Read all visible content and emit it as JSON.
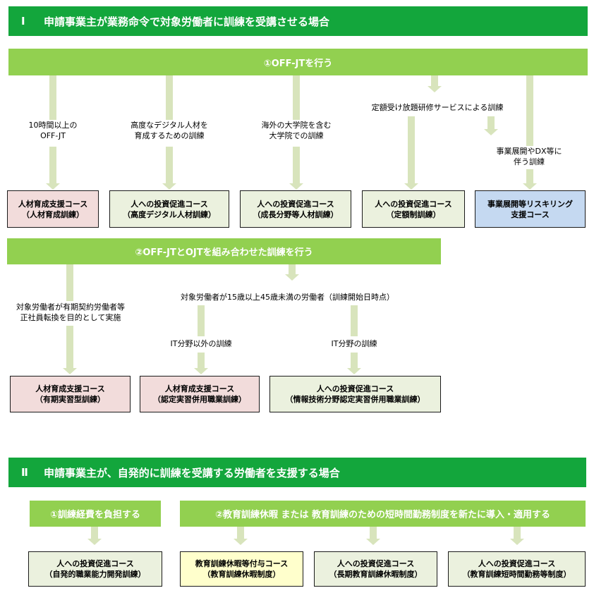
{
  "section1": {
    "num": "Ⅰ",
    "title": "申請事業主が業務命令で対象労働者に訓練を受講させる場合",
    "bar1": "①OFF-JTを行う",
    "labels1": {
      "a": [
        "10時間以上の",
        "OFF-JT"
      ],
      "b": [
        "高度なデジタル人材を",
        "育成するための訓練"
      ],
      "c": [
        "海外の大学院を含む",
        "大学院での訓練"
      ],
      "d": [
        "定額受け放題研修サービスによる訓練"
      ],
      "e": [
        "事業展開やDX等に",
        "伴う訓練"
      ]
    },
    "boxes1": [
      [
        "人材育成支援コース",
        "（人材育成訓練）"
      ],
      [
        "人への投資促進コース",
        "（高度デジタル人材訓練）"
      ],
      [
        "人への投資促進コース",
        "（成長分野等人材訓練）"
      ],
      [
        "人への投資促進コース",
        "（定額制訓練）"
      ],
      [
        "事業展開等リスキリング",
        "支援コース"
      ]
    ],
    "bar2": "②OFF-JTとOJTを組み合わせた訓練を行う",
    "labels2": {
      "a": [
        "対象労働者が有期契約労働者等",
        "正社員転換を目的として実施"
      ],
      "b": [
        "対象労働者が15歳以上45歳未満の労働者（訓練開始日時点）"
      ],
      "c": [
        "IT分野以外の訓練"
      ],
      "d": [
        "IT分野の訓練"
      ]
    },
    "boxes2": [
      [
        "人材育成支援コース",
        "（有期実習型訓練）"
      ],
      [
        "人材育成支援コース",
        "（認定実習併用職業訓練）"
      ],
      [
        "人への投資促進コース",
        "（情報技術分野認定実習併用職業訓練）"
      ]
    ]
  },
  "section2": {
    "num": "Ⅱ",
    "title": "申請事業主が、自発的に訓練を受講する労働者を支援する場合",
    "bar1": "①訓練経費を負担する",
    "bar2": "②教育訓練休暇 または 教育訓練のための短時間勤務制度を新たに導入・適用する",
    "boxes": [
      [
        "人への投資促進コース",
        "（自発的職業能力開発訓練）"
      ],
      [
        "教育訓練休暇等付与コース",
        "（教育訓練休暇制度）"
      ],
      [
        "人への投資促進コース",
        "（長期教育訓練休暇制度）"
      ],
      [
        "人への投資促進コース",
        "（教育訓練短時間勤務等制度）"
      ]
    ]
  }
}
